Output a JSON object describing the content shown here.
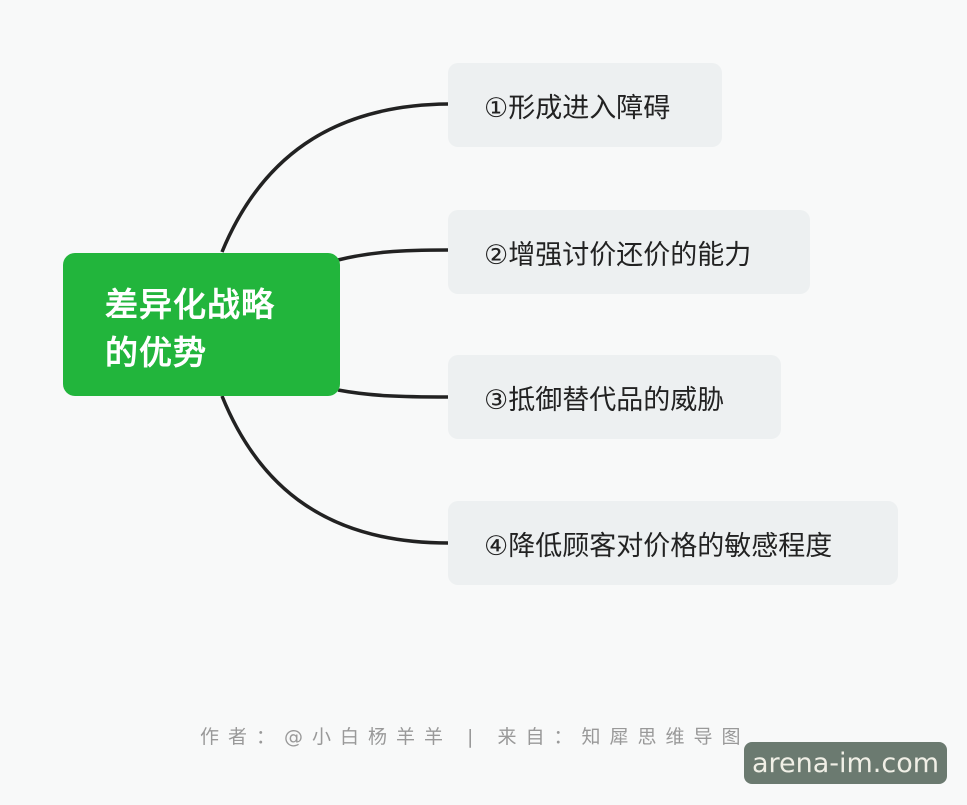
{
  "root": {
    "line1": "差异化战略",
    "line2": "的优势",
    "color": "#22b53c"
  },
  "branches": [
    {
      "label": "①形成进入障碍"
    },
    {
      "label": "②增强讨价还价的能力"
    },
    {
      "label": "③抵御替代品的威胁"
    },
    {
      "label": "④降低顾客对价格的敏感程度"
    }
  ],
  "footer": {
    "text": "作者：@小白杨羊羊 | 来自：知犀思维导图"
  },
  "watermark": {
    "text": "arena-im.com"
  }
}
